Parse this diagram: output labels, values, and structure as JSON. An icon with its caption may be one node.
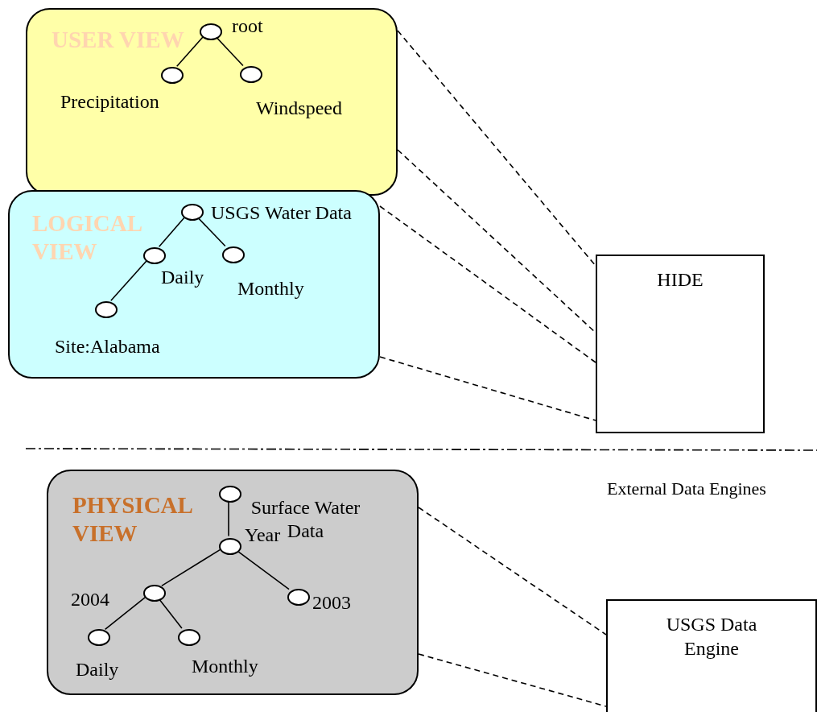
{
  "diagram": {
    "nodes": [
      {
        "text": [
          "USER VIEW"
        ]
      },
      {
        "text": [],
        "shape": "circle",
        "in": 0,
        "beside": [
          "root"
        ]
      },
      {
        "text": [],
        "shape": "circle",
        "in": 0,
        "beside": [
          "Precipitation"
        ]
      },
      {
        "text": [],
        "shape": "circle",
        "in": 0,
        "beside": [
          "Windspeed"
        ]
      },
      {
        "text": [
          "LOGICAL VIEW"
        ]
      },
      {
        "text": [],
        "shape": "circle",
        "in": 4,
        "beside": [
          "USGS Water Data"
        ]
      },
      {
        "text": [],
        "shape": "circle",
        "in": 4,
        "beside": [
          "Daily"
        ]
      },
      {
        "text": [],
        "shape": "circle",
        "in": 4,
        "beside": [
          "Monthly"
        ]
      },
      {
        "text": [],
        "shape": "circle",
        "in": 4,
        "beside": [
          "Site:Alabama"
        ]
      },
      {
        "text": [
          "HIDE"
        ]
      },
      {
        "text": [
          "PHYSICAL VIEW"
        ]
      },
      {
        "text": [],
        "shape": "circle",
        "in": 10,
        "beside": [
          "Surface Water Data"
        ]
      },
      {
        "text": [],
        "shape": "circle",
        "in": 10,
        "beside": [
          "Year"
        ]
      },
      {
        "text": [],
        "shape": "circle",
        "in": 10,
        "beside": [
          "2004"
        ]
      },
      {
        "text": [],
        "shape": "circle",
        "in": 10,
        "beside": [
          "2003"
        ]
      },
      {
        "text": [],
        "shape": "circle",
        "in": 10,
        "beside": [
          "Daily"
        ]
      },
      {
        "text": [],
        "shape": "circle",
        "in": 10,
        "beside": [
          "Monthly"
        ]
      },
      {
        "text": [
          "USGS Data Engine"
        ]
      }
    ],
    "edges": [
      {
        "from": 1,
        "to": 2,
        "arrow": "none"
      },
      {
        "from": 1,
        "to": 3,
        "arrow": "none"
      },
      {
        "from": 5,
        "to": 6,
        "arrow": "none"
      },
      {
        "from": 5,
        "to": 7,
        "arrow": "none"
      },
      {
        "from": 6,
        "to": 8,
        "arrow": "none"
      },
      {
        "from": 11,
        "to": 12,
        "arrow": "none"
      },
      {
        "from": 12,
        "to": 13,
        "arrow": "none"
      },
      {
        "from": 12,
        "to": 14,
        "arrow": "none"
      },
      {
        "from": 13,
        "to": 15,
        "arrow": "none"
      },
      {
        "from": 13,
        "to": 16,
        "arrow": "none"
      },
      {
        "from": 0,
        "to": 9,
        "arrow": "none",
        "style": "dashed"
      },
      {
        "from": 0,
        "to": 9,
        "arrow": "none",
        "style": "dashed"
      },
      {
        "from": 4,
        "to": 9,
        "arrow": "none",
        "style": "dashed"
      },
      {
        "from": 4,
        "to": 9,
        "arrow": "none",
        "style": "dashed"
      },
      {
        "from": 10,
        "to": 17,
        "arrow": "none",
        "style": "dashed"
      },
      {
        "from": 10,
        "to": 17,
        "arrow": "none",
        "style": "dashed"
      }
    ],
    "labels": [
      "External Data Engines"
    ]
  }
}
